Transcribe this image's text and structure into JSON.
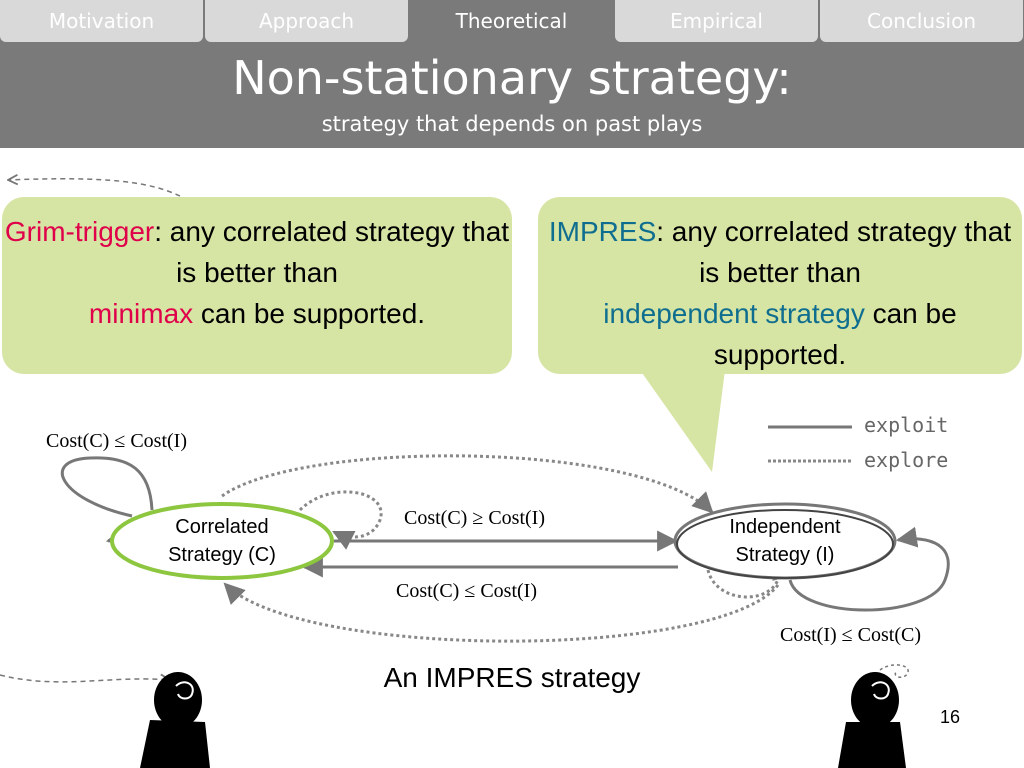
{
  "nav": {
    "tabs": [
      "Motivation",
      "Approach",
      "Theoretical",
      "Empirical",
      "Conclusion"
    ],
    "active_index": 2
  },
  "header": {
    "title": "Non-stationary strategy:",
    "subtitle": "strategy that depends on past plays"
  },
  "callout_left": {
    "term": "Grim-trigger",
    "text1": ": any correlated strategy that is better than",
    "highlight": "minimax",
    "text2": " can be supported."
  },
  "callout_right": {
    "term": "IMPRES",
    "text1": ": any correlated strategy that is better than",
    "highlight": "independent strategy",
    "text2": " can be supported."
  },
  "legend": {
    "exploit": "exploit",
    "explore": "explore"
  },
  "diagram": {
    "node_correlated": {
      "line1": "Correlated",
      "line2": "Strategy (C)"
    },
    "node_independent": {
      "line1": "Independent",
      "line2": "Strategy (I)"
    },
    "label_top_left": "Cost(C) ≤ Cost(I)",
    "label_top_mid": "Cost(C) ≥ Cost(I)",
    "label_bottom_mid": "Cost(C) ≤ Cost(I)",
    "label_bottom_right": "Cost(I) ≤ Cost(C)"
  },
  "caption": "An IMPRES strategy",
  "page_number": "16",
  "colors": {
    "header_bg": "#7a7a7a",
    "tab_bg": "#d9d9d9",
    "callout_bg": "#d6e4a4",
    "term_red": "#e0004a",
    "term_teal": "#0f6e8f",
    "node_green": "#8dc63f",
    "arrow_gray": "#777777"
  }
}
